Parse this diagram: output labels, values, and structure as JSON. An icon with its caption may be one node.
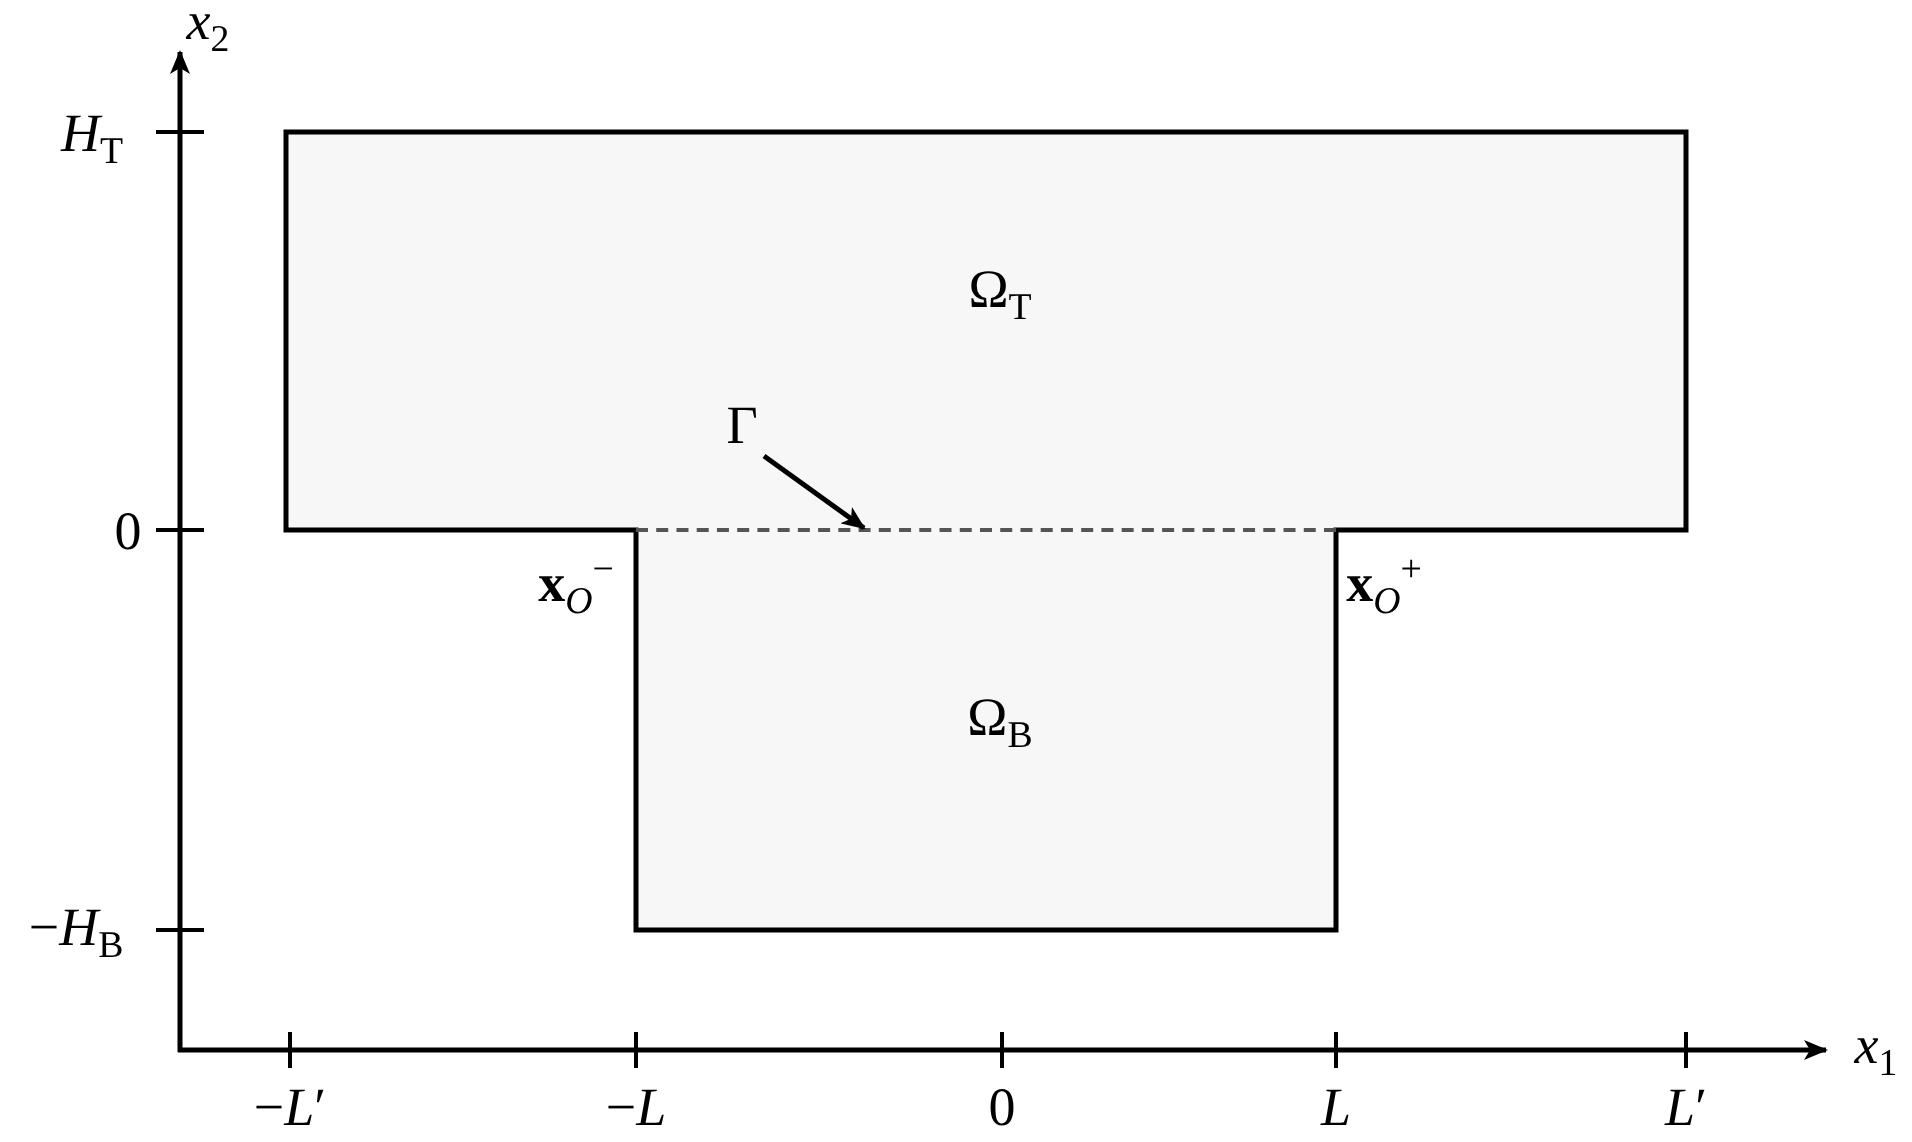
{
  "diagram": {
    "nodes": [
      {
        "text": [
          "Ω$_{T}$"
        ]
      },
      {
        "text": [
          "Ω$_{B}$"
        ]
      },
      {
        "text": [
          "Γ"
        ],
        "in": 0
      },
      {
        "text": [],
        "shape": "line"
      }
    ],
    "edges": [
      {
        "from": 2,
        "to": 3,
        "arrow": "to"
      }
    ],
    "labels": [
      "*x*$_{2}$",
      "*H*$_{T}$",
      "0",
      "−*H*$_{B}$",
      "*x*$_{1}$",
      "−*L*′",
      "−*L*",
      "0",
      "*L*",
      "*L*′",
      "**x**$_{O}$$^{−}$",
      "**x**$_{O}$$^{+}$"
    ]
  }
}
